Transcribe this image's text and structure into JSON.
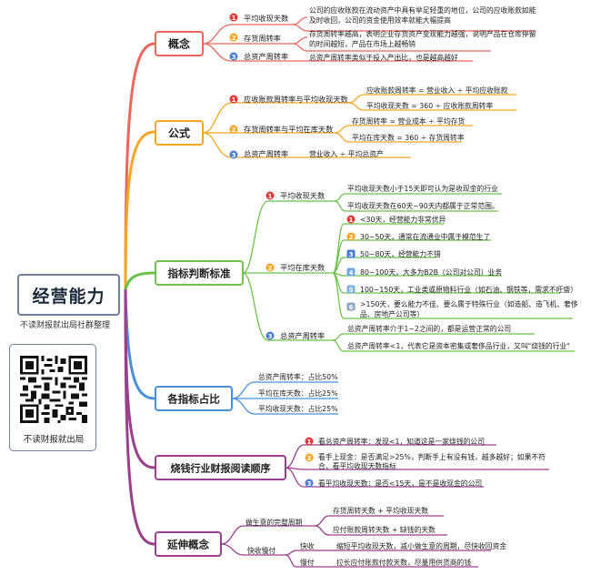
{
  "root": {
    "title": "经营能力",
    "subtitle": "不读财报就出局社群整理",
    "qr_caption": "不读财报就出局"
  },
  "colors": {
    "red": "#e8685c",
    "orange": "#f5a623",
    "green": "#6cc24a",
    "blue": "#4a90d9",
    "purple": "#9a3f8c",
    "badge_red": "#e23b3b",
    "badge_orange": "#f5a623",
    "badge_blue": "#4a7cd8"
  },
  "sections": {
    "s1": {
      "label": "概念",
      "items": {
        "i1": {
          "label": "平均收现天数",
          "lines": [
            "公司的应收账款在流动资产中具有举足轻重的地位，公司的应收账款如能",
            "及时收回，公司的资金使用效率就能大幅提高"
          ]
        },
        "i2": {
          "label": "存货周转率",
          "lines": [
            "存货周转率越高，表明企业存货资产变现能力越强，说明产品在仓库停留",
            "的时间越短，产品在市场上越畅销"
          ]
        },
        "i3": {
          "label": "总资产周转率",
          "lines": [
            "总资产周转率类似于投入产出比，也是越高越好"
          ]
        }
      }
    },
    "s2": {
      "label": "公式",
      "items": {
        "i1": {
          "label": "应收账款周转率与平均收现天数",
          "f1": "应收账款周转率 = 营业收入 ÷ 平均应收账款",
          "f2": "平均收现天数 = 360 ÷ 应收账款周转率"
        },
        "i2": {
          "label": "存货周转率与平均在库天数",
          "f1": "存货周转率 = 营业成本 ÷ 平均存货",
          "f2": "平均在库天数 = 360 ÷ 存货周转率"
        },
        "i3": {
          "label": "总资产周转率",
          "f1": "营业收入 ÷ 平均总资产"
        }
      }
    },
    "s3": {
      "label": "指标判断标准",
      "items": {
        "i1": {
          "label": "平均收现天数",
          "c1": "平均收现天数小于15天即可认为是收现金的行业",
          "c2": "平均收现天数在60天~90天内都属于正常范围。"
        },
        "i2": {
          "label": "平均在库天数",
          "list": [
            {
              "num": "1",
              "lines": [
                "<30天，经营能力非常优异"
              ]
            },
            {
              "num": "2",
              "lines": [
                "30~50天，通常在流通业中属于模范生了"
              ]
            },
            {
              "num": "3",
              "lines": [
                "50~80天，经营能力不错"
              ]
            },
            {
              "num": "4",
              "lines": [
                "80~100天，大多为B2B（公司对公司）业务"
              ]
            },
            {
              "num": "5",
              "lines": [
                "100~150天，工业类或原物料行业（如石油、钢铁等，需求不旺盛）"
              ]
            },
            {
              "num": "6",
              "lines": [
                ">150天，要么能力不佳、要么属于特殊行业（如造船、造飞机、奢侈",
                "品、房地产公司等）"
              ]
            }
          ]
        },
        "i3": {
          "label": "总资产周转率",
          "c1": "总资产周转率介于1~2之间的，都是运营正常的公司",
          "c2": "总资产周转率<1，代表它是资本密集或奢侈品行业，又叫\"烧钱的行业\""
        }
      }
    },
    "s4": {
      "label": "各指标占比",
      "items": {
        "a": "总资产周转率：占比50%",
        "b": "平均在库天数：占比25%",
        "c": "平均收现天数：占比25%"
      }
    },
    "s5": {
      "label": "烧钱行业财报阅读顺序",
      "items": {
        "i1": {
          "lines": [
            "看总资产周转率：发现<1，知道这是一家烧钱的公司"
          ]
        },
        "i2": {
          "lines": [
            "看手上现金：是否满足>25%，判断手上有没有钱，越多越好；如果不符",
            "合，看平均收现天数指标"
          ]
        },
        "i3": {
          "lines": [
            "看平均收现天数：是否<15天，是不是收现金的公司"
          ]
        }
      }
    },
    "s6": {
      "label": "延伸概念",
      "items": {
        "i1": {
          "label": "做生意的完整周期",
          "a": "存货周转天数 + 平均收现天数",
          "b": "应付账款周转天数 + 缺钱的天数"
        },
        "i2": {
          "label": "快收慢付",
          "a_label": "快收",
          "a_text": "缩短平均收现天数，减小做生意的周期，尽快收回资金",
          "b_label": "慢付",
          "b_text": "拉长应付账款付款天数，尽量用供货商的钱"
        }
      }
    }
  }
}
